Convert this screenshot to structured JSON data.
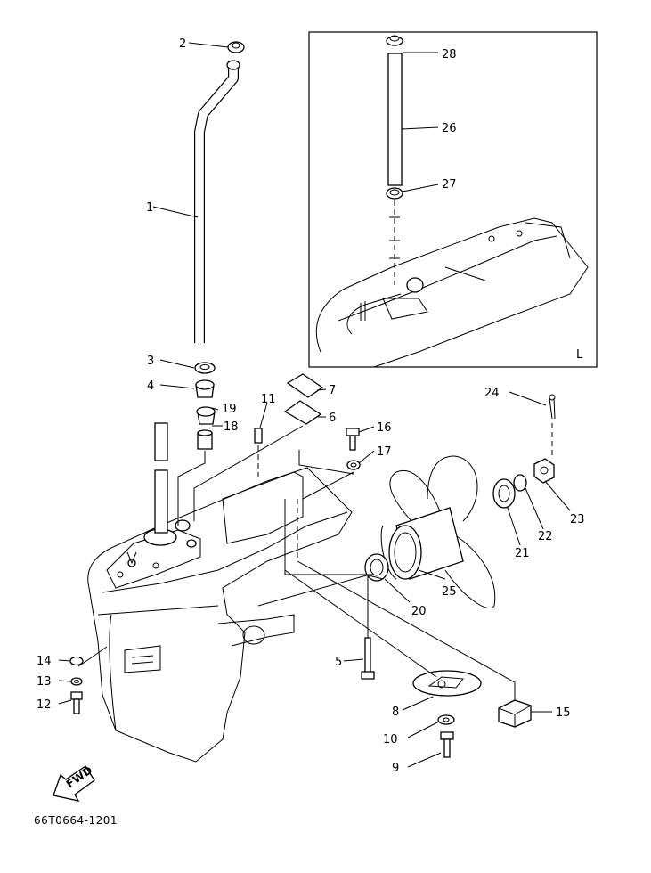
{
  "diagram": {
    "drawing_code": "66T0664-1201",
    "inset_label": "L",
    "direction_arrow": "FWD",
    "callouts": [
      "1",
      "2",
      "3",
      "4",
      "5",
      "6",
      "7",
      "8",
      "9",
      "10",
      "11",
      "12",
      "13",
      "14",
      "15",
      "16",
      "17",
      "18",
      "19",
      "20",
      "21",
      "22",
      "23",
      "24",
      "25",
      "26",
      "27",
      "28"
    ]
  }
}
